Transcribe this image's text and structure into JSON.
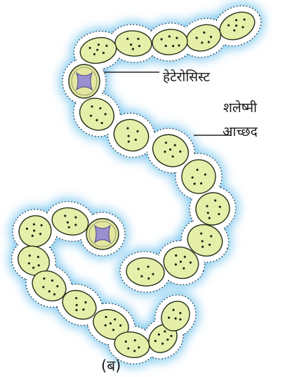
{
  "labels": {
    "heterocyst": "हेटेरोसिस्ट",
    "sheath_line1": "शलेष्मी",
    "sheath_line2": "आच्छद",
    "panel": "(ब)"
  },
  "colors": {
    "sheath_glow": "#7cc8ee",
    "sheath_dots": "#1f2a33",
    "cell_fill": "#e6efaa",
    "cell_stroke": "#243018",
    "granule": "#1d2414",
    "heterocyst_wall": "#e2e6a0",
    "heterocyst_core": "#9a90cf",
    "leader_line": "#222222"
  }
}
